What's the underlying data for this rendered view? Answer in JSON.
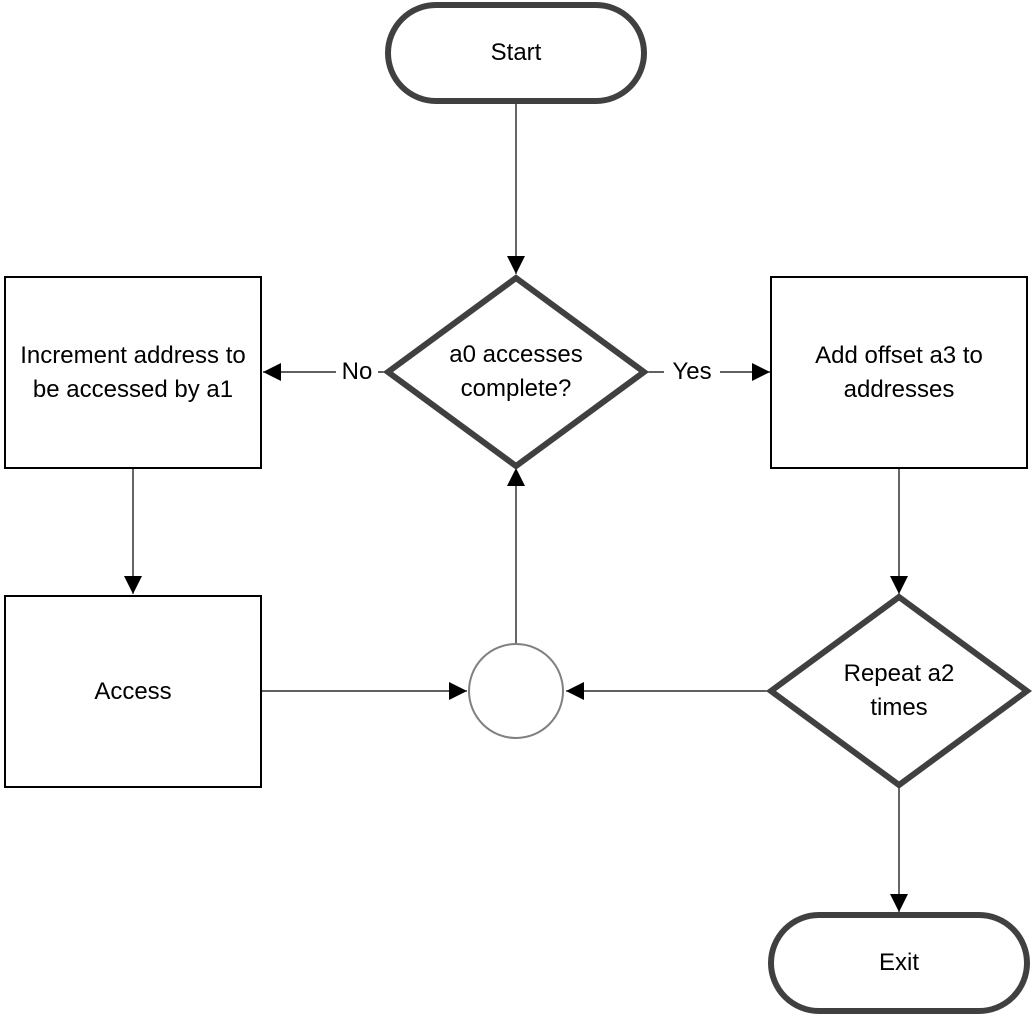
{
  "nodes": {
    "start": "Start",
    "decision": "a0 accesses complete?",
    "increment": "Increment address to be accessed by a1",
    "add_offset": "Add offset a3 to addresses",
    "access": "Access",
    "repeat": "Repeat a2 times",
    "exit": "Exit"
  },
  "edges": {
    "no": "No",
    "yes": "Yes"
  },
  "colors": {
    "thick_stroke": "#404040",
    "thin_stroke": "#000000",
    "junction_stroke": "#808080"
  }
}
